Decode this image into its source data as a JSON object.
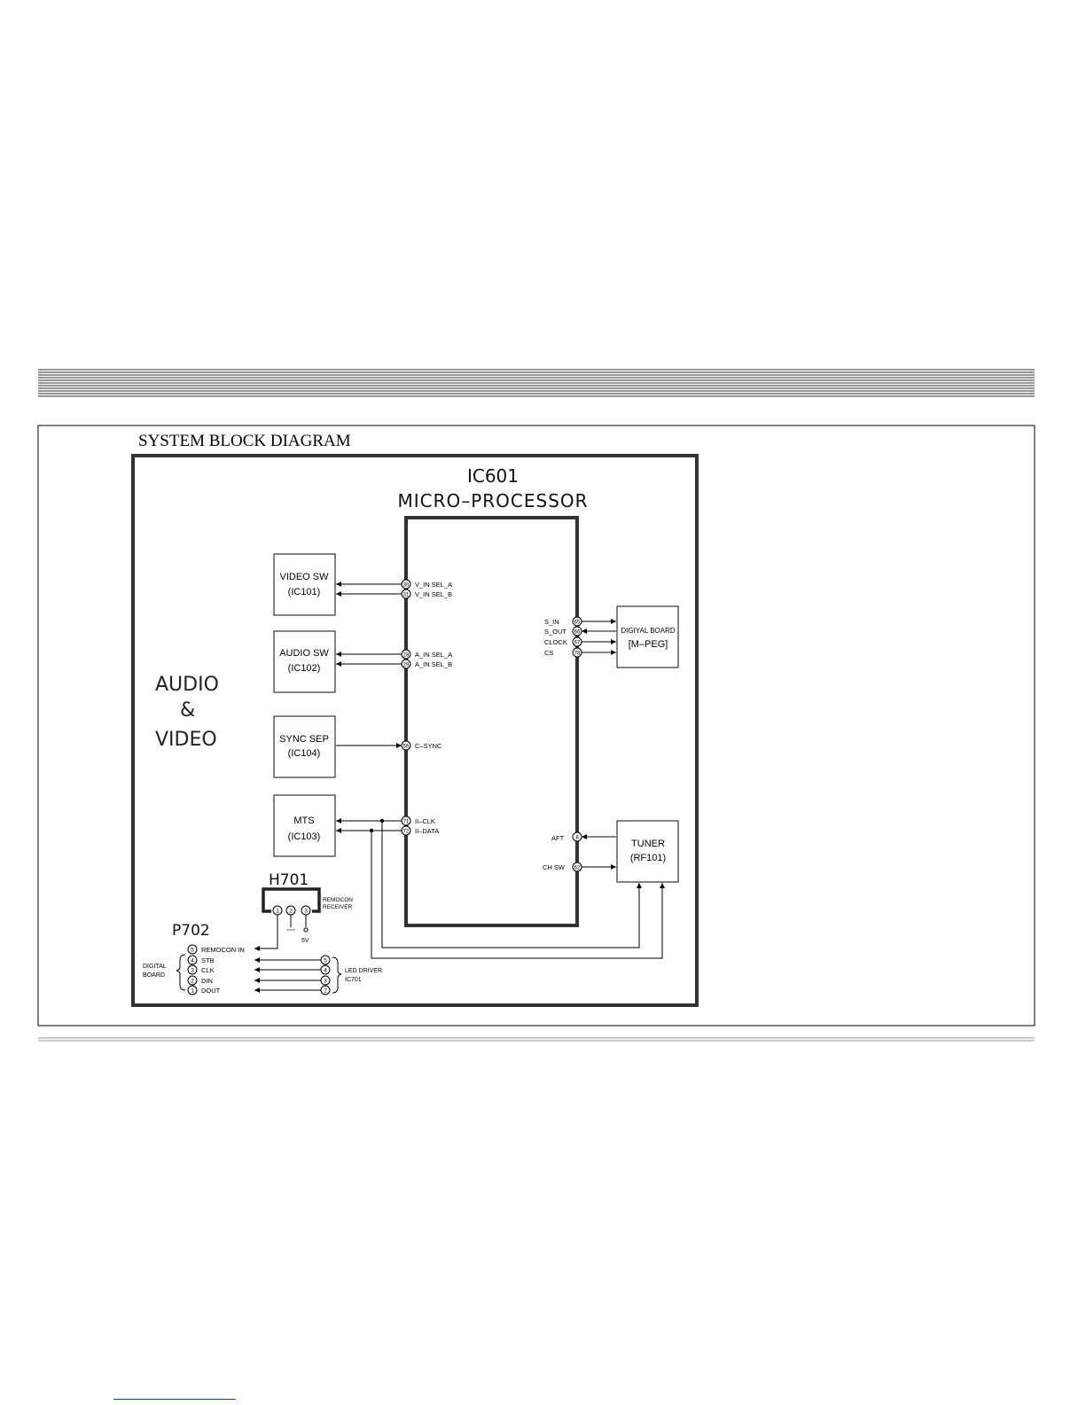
{
  "diagram_title": "SYSTEM BLOCK DIAGRAM",
  "side_label": [
    "AUDIO",
    "&",
    "VIDEO"
  ],
  "micro": {
    "title": "IC601",
    "subtitle": "MICRO–PROCESSOR"
  },
  "blocks": {
    "video_sw": {
      "name": "VIDEO  SW",
      "ic": "(IC101)"
    },
    "audio_sw": {
      "name": "AUDIO  SW",
      "ic": "(IC102)"
    },
    "sync_sep": {
      "name": "SYNC  SEP",
      "ic": "(IC104)"
    },
    "mts": {
      "name": "MTS",
      "ic": "(IC103)"
    },
    "digital_board": {
      "name": "DIGIYAL  BOARD",
      "sub": "[M–PEG]"
    },
    "tuner": {
      "name": "TUNER",
      "ic": "(RF101)"
    }
  },
  "left_pins": [
    {
      "num": "30",
      "label": "V_IN  SEL_A"
    },
    {
      "num": "31",
      "label": "V_IN  SEL_B"
    },
    {
      "num": "28",
      "label": "A_IN  SEL_A"
    },
    {
      "num": "29",
      "label": "A_IN  SEL_B"
    },
    {
      "num": "56",
      "label": "C–SYNC"
    },
    {
      "num": "71",
      "label": "II–CLK"
    },
    {
      "num": "72",
      "label": "II–DATA"
    }
  ],
  "right_pins": [
    {
      "num": "65",
      "label": "S_IN"
    },
    {
      "num": "66",
      "label": "S_OUT"
    },
    {
      "num": "67",
      "label": "CLOCK"
    },
    {
      "num": "78",
      "label": "CS"
    },
    {
      "num": "8",
      "label": "AFT"
    },
    {
      "num": "62",
      "label": "CH  SW"
    }
  ],
  "h701": {
    "title": "H701",
    "label1": "REMOCON",
    "label2": "RECEIVER",
    "pins": [
      "1",
      "2",
      "3"
    ],
    "supply": "5V"
  },
  "p702": {
    "title": "P702",
    "group1": "DIGITAL",
    "group2": "BOARD",
    "pins": [
      {
        "num": "5",
        "label": "REMOCON  IN"
      },
      {
        "num": "4",
        "label": "STB"
      },
      {
        "num": "3",
        "label": "CLK"
      },
      {
        "num": "2",
        "label": "DIN"
      },
      {
        "num": "1",
        "label": "DOUT"
      }
    ]
  },
  "led_driver": {
    "label1": "LED  DRIVER",
    "label2": "IC701",
    "pins": [
      "5",
      "4",
      "3",
      "2"
    ]
  }
}
